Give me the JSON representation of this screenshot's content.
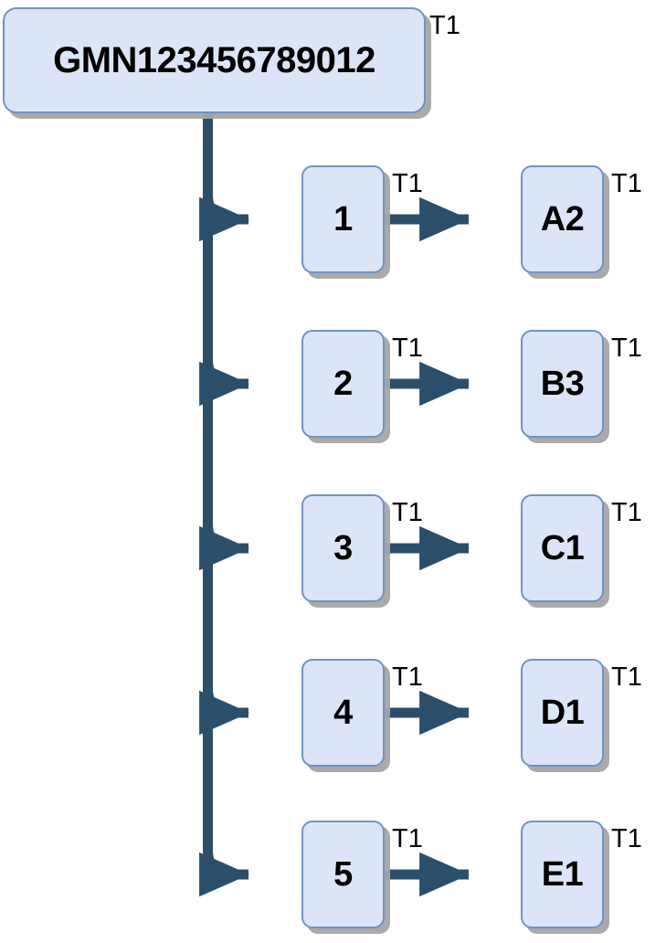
{
  "diagram": {
    "title": "GMN123456789012",
    "type": "hierarchy-tree",
    "colors": {
      "node_fill": "#dbe5f7",
      "node_border": "#6d94c4",
      "edge": "#2b4f6b",
      "shadow": "#a5a5a5",
      "text": "#000000",
      "background": "#ffffff"
    },
    "root": {
      "label": "GMN123456789012",
      "tag": "T1"
    },
    "rows": [
      {
        "mid_label": "1",
        "mid_tag": "T1",
        "leaf_label": "A2",
        "leaf_tag": "T1"
      },
      {
        "mid_label": "2",
        "mid_tag": "T1",
        "leaf_label": "B3",
        "leaf_tag": "T1"
      },
      {
        "mid_label": "3",
        "mid_tag": "T1",
        "leaf_label": "C1",
        "leaf_tag": "T1"
      },
      {
        "mid_label": "4",
        "mid_tag": "T1",
        "leaf_label": "D1",
        "leaf_tag": "T1"
      },
      {
        "mid_label": "5",
        "mid_tag": "T1",
        "leaf_label": "E1",
        "leaf_tag": "T1"
      }
    ]
  }
}
